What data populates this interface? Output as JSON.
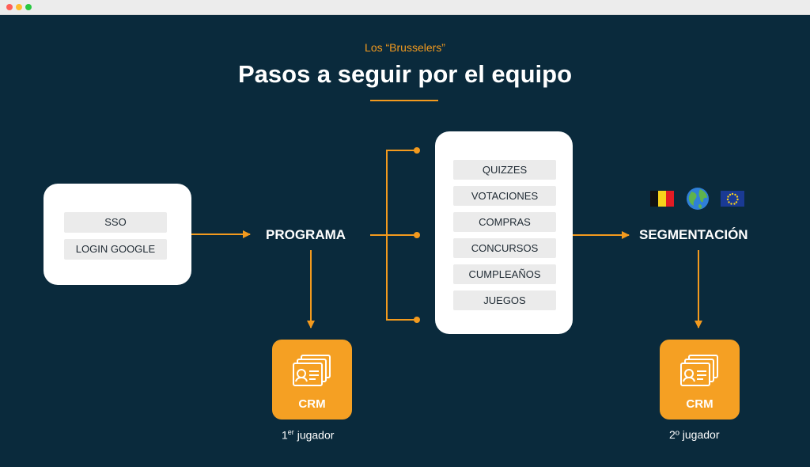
{
  "header": {
    "subtitle": "Los “Brusselers”",
    "title": "Pasos a seguir por el equipo"
  },
  "login_box": {
    "items": [
      "SSO",
      "LOGIN GOOGLE"
    ]
  },
  "program": {
    "label": "PROGRAMA"
  },
  "activities": {
    "items": [
      "QUIZZES",
      "VOTACIONES",
      "COMPRAS",
      "CONCURSOS",
      "CUMPLEAÑOS",
      "JUEGOS"
    ]
  },
  "segmentation": {
    "label": "SEGMENTACIÓN",
    "flags": [
      "belgium-flag-icon",
      "globe-icon",
      "eu-flag-icon"
    ]
  },
  "crm_left": {
    "label": "CRM",
    "player_num": "1",
    "player_sup": "er",
    "player_text": " jugador"
  },
  "crm_right": {
    "label": "CRM",
    "player": "2º jugador"
  },
  "colors": {
    "background": "#0a2a3c",
    "accent": "#f39a1e",
    "crm": "#f5a023"
  }
}
